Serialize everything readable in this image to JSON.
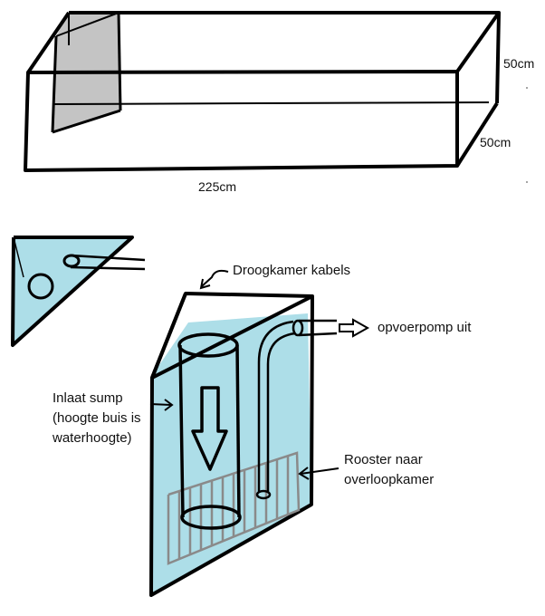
{
  "tank": {
    "height_label": "50cm",
    "depth_label": "50cm",
    "length_label": "225cm"
  },
  "sump": {
    "dry_chamber_label": "Droogkamer kabels",
    "pump_out_label": "opvoerpomp uit",
    "inlet_label_lines": [
      "Inlaat sump",
      "(hoogte buis is",
      "waterhoogte)"
    ],
    "grate_label_lines": [
      "Rooster naar",
      "overloopkamer"
    ]
  },
  "colors": {
    "water": "#ADDEE8",
    "divider": "#C4C4C4",
    "grate": "#8A8A8A",
    "ink": "#000000"
  }
}
